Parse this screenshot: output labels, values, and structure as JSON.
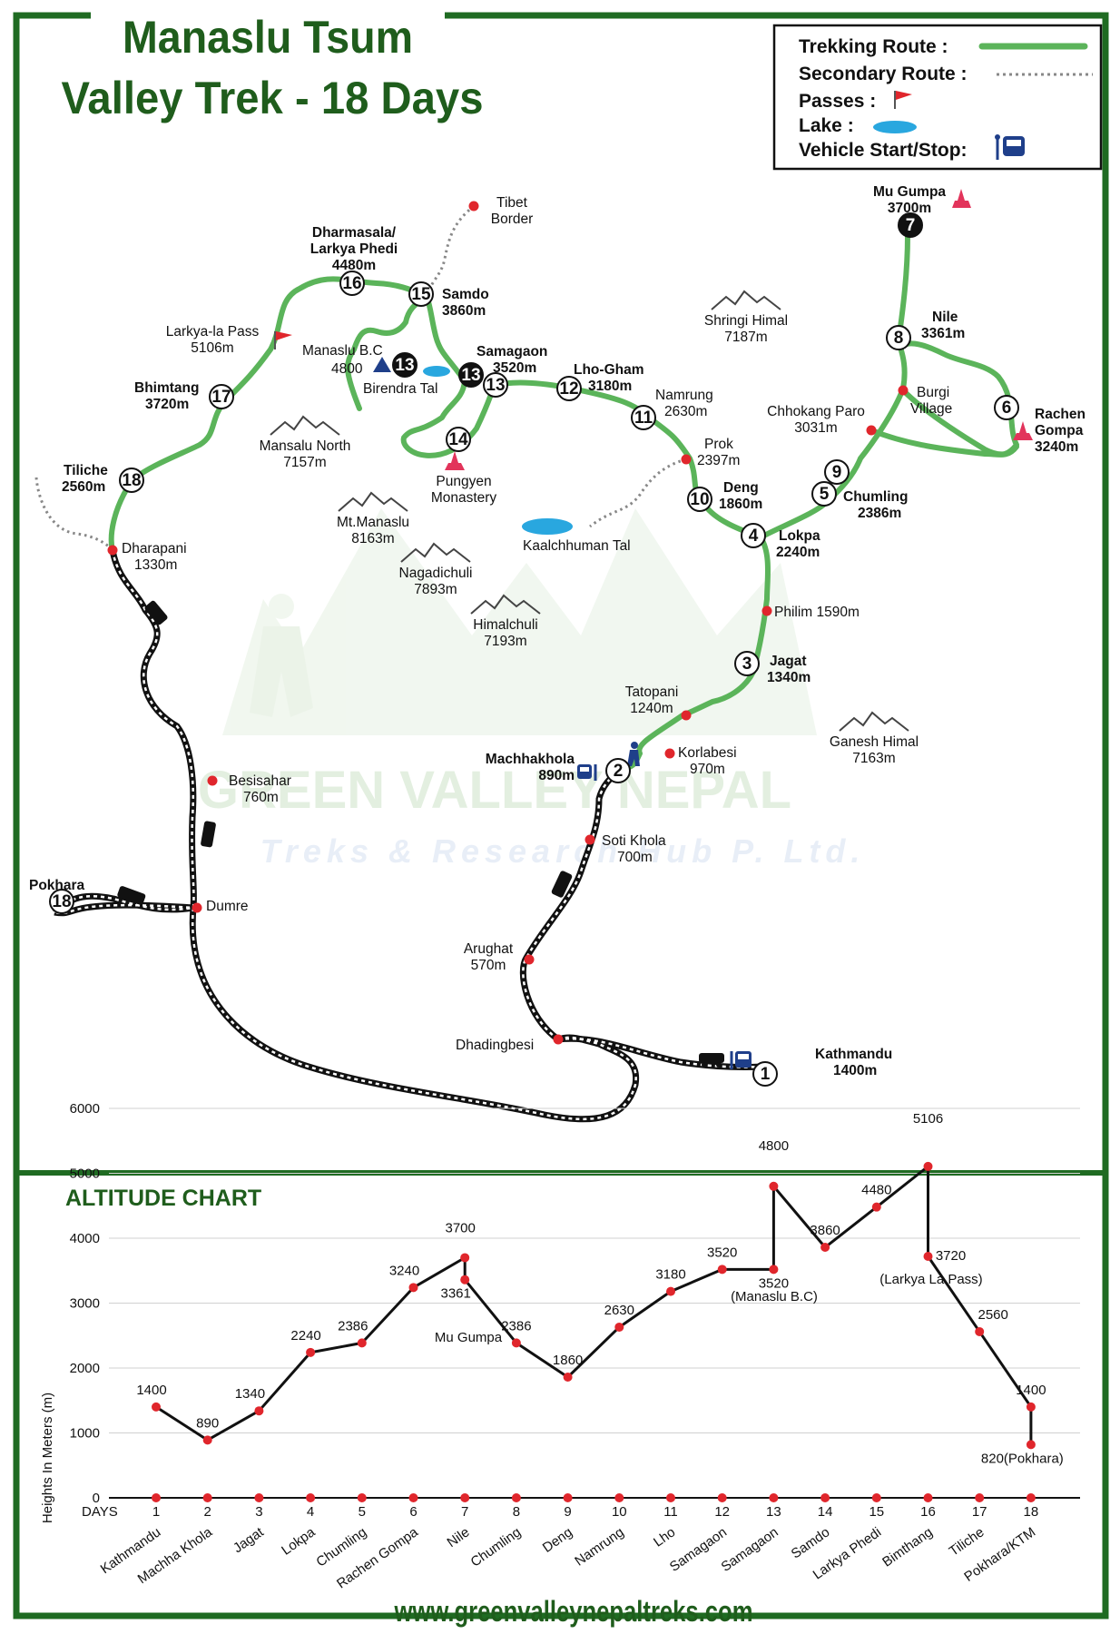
{
  "title": {
    "line1": "Manaslu Tsum",
    "line2": "Valley Trek - 18 Days"
  },
  "colors": {
    "frame": "#1f6b22",
    "title": "#1f5d1c",
    "route": "#5bb45a",
    "road": "#111111",
    "point": "#e0262c",
    "lake": "#29a7df",
    "pass": "#e0262c",
    "gompa": "#e2345b",
    "vehicle_stop": "#1f3f8a"
  },
  "legend": {
    "trekking_route": "Trekking Route :",
    "secondary_route": "Secondary Route :",
    "passes": "Passes :",
    "lake": "Lake :",
    "vehicle": "Vehicle Start/Stop:"
  },
  "watermark": {
    "name": "GREEN VALLEY NEPAL",
    "tag": "Treks & Research Hub P. Ltd."
  },
  "places": {
    "tibet": [
      "Tibet",
      "Border"
    ],
    "dharmasala": [
      "Dharmasala/",
      "Larkya Phedi",
      "4480m"
    ],
    "samdo": [
      "Samdo",
      "3860m"
    ],
    "larkya_pass": [
      "Larkya-la Pass",
      "5106m"
    ],
    "manaslu_bc": [
      "Manaslu B.C",
      "4800"
    ],
    "birendra": "Birendra Tal",
    "samagaon": [
      "Samagaon",
      "3520m"
    ],
    "lho": [
      "Lho-Gham",
      "3180m"
    ],
    "namrung": [
      "Namrung",
      "2630m"
    ],
    "bhimtang": [
      "Bhimtang",
      "3720m"
    ],
    "tiliche": [
      "Tiliche",
      "2560m"
    ],
    "dharapani": [
      "Dharapani",
      "1330m"
    ],
    "pungyen": [
      "Pungyen",
      "Monastery"
    ],
    "prok": [
      "Prok",
      "2397m"
    ],
    "deng": [
      "Deng",
      "1860m"
    ],
    "kaalchhuman": "Kaalchhuman Tal",
    "lokpa": [
      "Lokpa",
      "2240m"
    ],
    "philim": "Philim 1590m",
    "jagat": [
      "Jagat",
      "1340m"
    ],
    "tatopani": [
      "Tatopani",
      "1240m"
    ],
    "korlabesi": [
      "Korlabesi",
      "970m"
    ],
    "machhakhola": [
      "Machhakhola",
      "890m"
    ],
    "besisahar": [
      "Besisahar",
      "760m"
    ],
    "dumre": "Dumre",
    "pokhara": "Pokhara",
    "soti": [
      "Soti Khola",
      "700m"
    ],
    "arughat": [
      "Arughat",
      "570m"
    ],
    "dhadingbesi": "Dhadingbesi",
    "kathmandu": [
      "Kathmandu",
      "1400m"
    ],
    "mu_gumpa": [
      "Mu Gumpa",
      "3700m"
    ],
    "nile": [
      "Nile",
      "3361m"
    ],
    "burgi": [
      "Burgi",
      "Village"
    ],
    "rachen": [
      "Rachen",
      "Gompa",
      "3240m"
    ],
    "chhokang": [
      "Chhokang Paro",
      "3031m"
    ],
    "chumling": [
      "Chumling",
      "2386m"
    ]
  },
  "mountains": [
    {
      "name": "Shringi Himal",
      "alt": "7187m"
    },
    {
      "name": "Mansalu North",
      "alt": "7157m"
    },
    {
      "name": "Mt.Manaslu",
      "alt": "8163m"
    },
    {
      "name": "Nagadichuli",
      "alt": "7893m"
    },
    {
      "name": "Himalchuli",
      "alt": "7193m"
    },
    {
      "name": "Ganesh Himal",
      "alt": "7163m"
    }
  ],
  "day_markers": [
    "1",
    "2",
    "3",
    "4",
    "5",
    "6",
    "7",
    "8",
    "9",
    "10",
    "11",
    "12",
    "13",
    "13",
    "13",
    "14",
    "15",
    "16",
    "17",
    "18",
    "18"
  ],
  "altitude_chart": {
    "title": "ALTITUDE CHART",
    "ylabel": "Heights In Meters (m)",
    "x_caption": "DAYS",
    "yticks": [
      "0",
      "1000",
      "2000",
      "3000",
      "4000",
      "5000",
      "6000"
    ],
    "days": [
      "1",
      "2",
      "3",
      "4",
      "5",
      "6",
      "7",
      "8",
      "9",
      "10",
      "11",
      "12",
      "13",
      "14",
      "15",
      "16",
      "17",
      "18"
    ],
    "day_names": [
      "Kathmandu",
      "Machha Khola",
      "Jagat",
      "Lokpa",
      "Chumling",
      "Rachen Gompa",
      "Nile",
      "Chumling",
      "Deng",
      "Namrung",
      "Lho",
      "Samagaon",
      "Samagaon",
      "Samdo",
      "Larkya Phedi",
      "Bimthang",
      "Tiliche",
      "Pokhara/KTM"
    ],
    "point_labels": [
      "1400",
      "890",
      "1340",
      "2240",
      "2386",
      "3240",
      "3700",
      "3361",
      "2386",
      "1860",
      "2630",
      "3180",
      "3520",
      "3520",
      "4800",
      "3860",
      "4480",
      "5106",
      "3720",
      "2560",
      "1400",
      "820(Pokhara)"
    ],
    "annotations": [
      "Mu Gumpa",
      "(Manaslu B.C)",
      "(Larkya La Pass)"
    ]
  },
  "chart_data": {
    "type": "line",
    "title": "ALTITUDE CHART",
    "xlabel": "DAYS",
    "ylabel": "Heights In Meters (m)",
    "ylim": [
      0,
      6000
    ],
    "grid": true,
    "x": [
      1,
      2,
      3,
      4,
      5,
      6,
      7,
      7,
      8,
      9,
      10,
      11,
      12,
      13,
      13,
      14,
      15,
      16,
      16,
      17,
      18,
      18
    ],
    "series": [
      {
        "values": [
          1400,
          890,
          1340,
          2240,
          2386,
          3240,
          3700,
          3361,
          2386,
          1860,
          2630,
          3180,
          3520,
          3520,
          4800,
          3860,
          4480,
          5106,
          3720,
          2560,
          1400,
          820
        ]
      }
    ]
  },
  "footer": {
    "url": "www.greenvalleynepaltreks.com"
  }
}
